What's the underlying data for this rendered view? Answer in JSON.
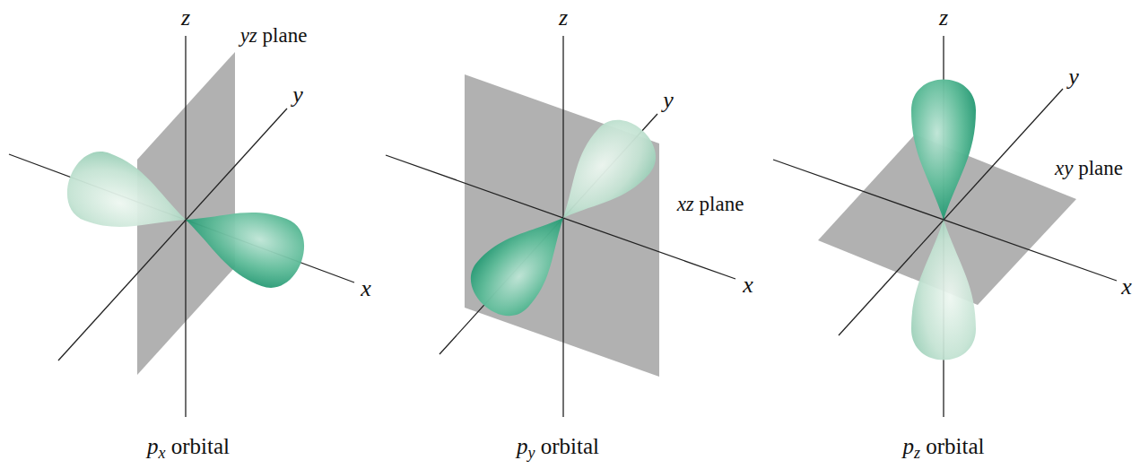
{
  "diagram": {
    "labels": [
      "z",
      "yz plane",
      "y",
      "x",
      "px orbital",
      "z",
      "y",
      "xz plane",
      "x",
      "py orbital",
      "z",
      "y",
      "xy plane",
      "x",
      "pz orbital"
    ]
  }
}
